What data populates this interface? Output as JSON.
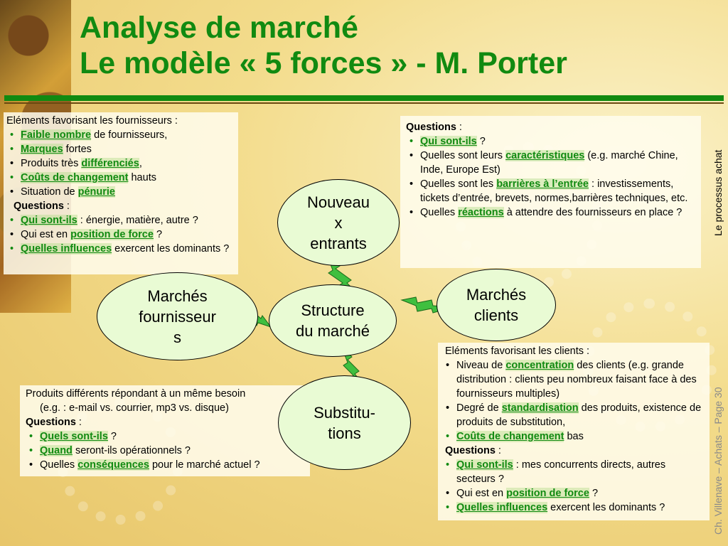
{
  "title": {
    "line1": "Analyse de marché",
    "line2": "Le modèle « 5 forces » - M. Porter"
  },
  "fournisseurs_box": {
    "heading": "Eléments favorisant les fournisseurs :",
    "items": [
      {
        "kw": "Faible nombre",
        "rest": " de fournisseurs,"
      },
      {
        "kw": "Marques",
        "rest": " fortes"
      },
      {
        "pre": "Produits très ",
        "kw": "différenciés",
        "rest": ","
      },
      {
        "kw": "Coûts de changement",
        "rest": " hauts"
      },
      {
        "pre": "Situation de ",
        "kw": "pénurie"
      }
    ],
    "questions_label": "Questions",
    "questions_colon": " :",
    "questions": [
      {
        "kw": "Qui sont-ils",
        "rest": " : énergie, matière, autre ?"
      },
      {
        "pre": "Qui est en ",
        "kw": "position de force",
        "rest": " ?"
      },
      {
        "kw": "Quelles influences",
        "rest": " exercent les dominants ?"
      }
    ]
  },
  "entrants_box": {
    "questions_label": "Questions",
    "questions_colon": " :",
    "items": [
      {
        "kw": "Qui sont-ils",
        "rest": " ?"
      },
      {
        "pre": "Quelles sont leurs ",
        "kw": "caractéristiques",
        "rest": " (e.g. marché Chine, Inde, Europe Est)"
      },
      {
        "pre": "Quelles sont les ",
        "kw": "barrières à l’entrée",
        "rest": " : investissements, tickets d’entrée, brevets, normes,barrières techniques, etc."
      },
      {
        "pre": "Quelles ",
        "kw": "réactions",
        "rest": " à attendre des fournisseurs en place ?"
      }
    ]
  },
  "substituts_box": {
    "line1": "Produits différents répondant à un même besoin",
    "line2": "(e.g. : e-mail vs. courrier, mp3 vs. disque)",
    "questions_label": "Questions",
    "questions_colon": " :",
    "items": [
      {
        "kw": "Quels sont-ils",
        "rest": " ?"
      },
      {
        "kw": "Quand",
        "rest": " seront-ils opérationnels ?"
      },
      {
        "pre": "Quelles ",
        "kw": "conséquences",
        "rest": " pour le marché actuel ?"
      }
    ]
  },
  "clients_box": {
    "heading": "Eléments favorisant les clients :",
    "items": [
      {
        "pre": "Niveau de ",
        "kw": "concentration",
        "rest": " des clients (e.g. grande distribution : clients peu nombreux faisant face à des fournisseurs multiples)"
      },
      {
        "pre": "Degré de ",
        "kw": "standardisation",
        "rest": " des produits, existence de produits de substitution,"
      },
      {
        "kw": "Coûts de changement",
        "rest": " bas"
      }
    ],
    "questions_label": "Questions",
    "questions_colon": " :",
    "questions": [
      {
        "kw": "Qui sont-ils",
        "rest": " : mes concurrents directs, autres secteurs ?"
      },
      {
        "pre": "Qui est en ",
        "kw": "position de force",
        "rest": " ?"
      },
      {
        "kw": "Quelles influences",
        "rest": " exercent les dominants ?"
      }
    ]
  },
  "ovals": {
    "nouveaux": [
      "Nouveau",
      "x",
      "entrants"
    ],
    "fournisseurs": [
      "Marchés",
      "fournisseur",
      "s"
    ],
    "structure": [
      "Structure",
      "du marché"
    ],
    "clients": [
      "Marchés",
      "clients"
    ],
    "substituts": [
      "Substitu-",
      "tions"
    ]
  },
  "side_label": "Le processus achat",
  "footer": "Ch. Villenave – Achats – Page 30",
  "colors": {
    "green": "#118a11",
    "oval_fill": "#e9fbd4",
    "bolt": "#3fbf3f"
  }
}
